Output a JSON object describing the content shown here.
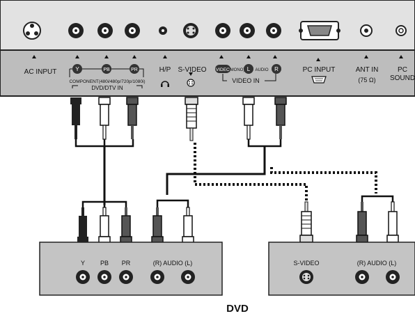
{
  "tv_panel": {
    "ac_input": "AC INPUT",
    "component_y": "Y",
    "component_pb": "PB",
    "component_pr": "PR",
    "component_caption": "COMPONENT(480i/480p/720p/1080i)",
    "dvd_dtv_in": "DVD/DTV IN",
    "hp": "H/P",
    "s_video": "S-VIDEO",
    "video_jack": "VIDEO",
    "mono": "(MONO)",
    "audio_l": "L",
    "audio_word": "AUDIO",
    "audio_r": "R",
    "video_in": "VIDEO IN",
    "pc_input": "PC INPUT",
    "ant_in": "ANT IN",
    "ant_ohm": "(75 Ω)",
    "pc_sound_1": "PC",
    "pc_sound_2": "SOUND"
  },
  "dvd_left": {
    "y": "Y",
    "pb": "PB",
    "pr": "PR",
    "audio": "(R) AUDIO (L)"
  },
  "dvd_right": {
    "s_video": "S-VIDEO",
    "audio": "(R) AUDIO (L)"
  },
  "caption": "DVD"
}
